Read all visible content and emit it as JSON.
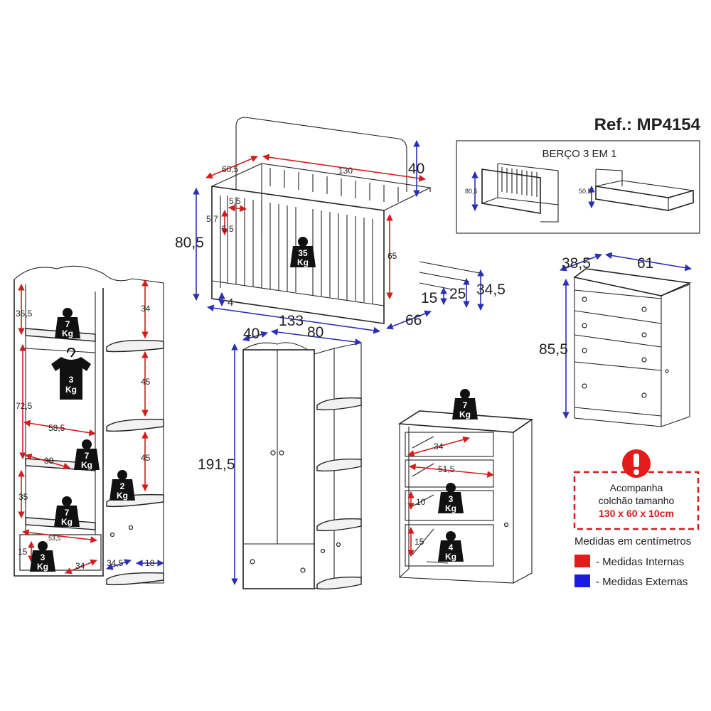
{
  "header": {
    "reference": "Ref.: MP4154"
  },
  "crib_inset": {
    "title": "BERÇO 3 EM 1",
    "height_crib": "80,5",
    "height_bed": "50,5"
  },
  "crib": {
    "depth_top": "60,5",
    "length_inner": "130",
    "headboard_height": "40",
    "height_total": "80,5",
    "slat_gap_a": "5,5",
    "slat_gap_b": "5,7",
    "slat_gap_c": "5,5",
    "weight": "35",
    "inner_height": "65",
    "floor_gap": "4",
    "length_total": "133",
    "depth_total": "66",
    "level_low": "15",
    "level_mid": "25",
    "level_high": "34,5"
  },
  "bookcase": {
    "top_space": "35,5",
    "hanging_space": "72,5",
    "inner_width": "58,5",
    "shelf_depth": "38",
    "lower_space": "35",
    "drawer_width": "53,5",
    "drawer_height": "15",
    "drawer_depth": "34",
    "side_depth": "34,5",
    "side_width": "18",
    "side_space_1": "34",
    "side_space_2": "45",
    "side_space_3": "45",
    "weight_top": "7",
    "weight_hanger": "3",
    "weight_shelf": "7",
    "weight_side": "2",
    "weight_lower": "7",
    "weight_drawer": "3"
  },
  "wardrobe": {
    "depth": "40",
    "width": "80",
    "height": "191,5"
  },
  "commode": {
    "weight_top": "7",
    "drawer_depth": "34",
    "drawer_width": "51,5",
    "drawer_height_mid": "10",
    "weight_drawer": "3",
    "drawer_height_low": "15",
    "weight_low": "4"
  },
  "dresser": {
    "depth": "38,5",
    "width": "61",
    "height": "85,5"
  },
  "weight_unit": "Kg",
  "notice": {
    "line1": "Acompanha",
    "line2": "colchão tamanho",
    "line3": "130 x 60 x 10cm"
  },
  "legend": {
    "title": "Medidas em centímetros",
    "internal": "- Medidas Internas",
    "external": "- Medidas Externas",
    "color_internal": "#e31b1b",
    "color_external": "#1a1ae0"
  }
}
